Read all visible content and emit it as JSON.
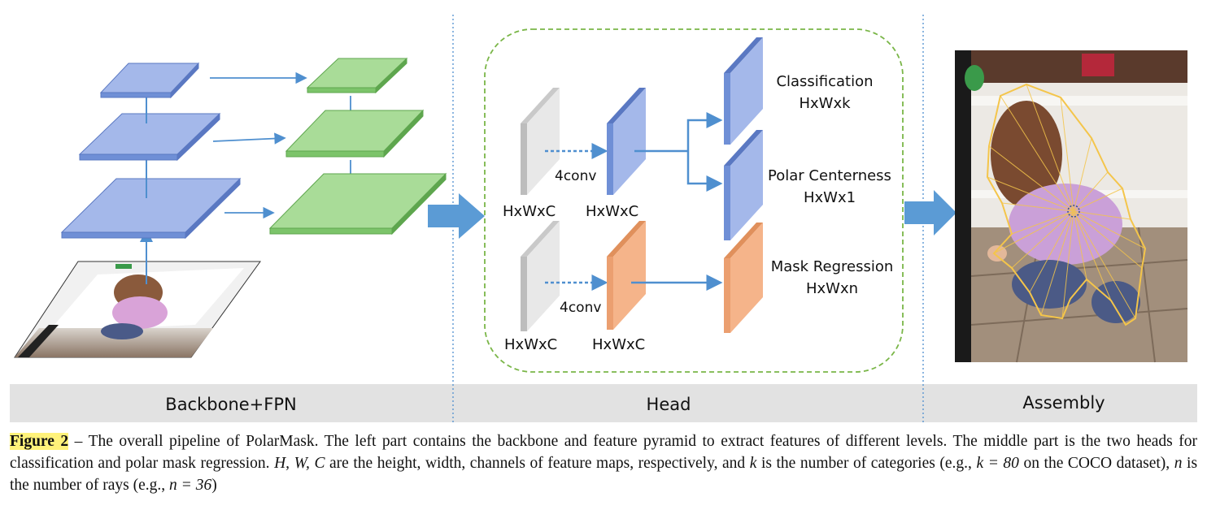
{
  "sections": {
    "backbone": "Backbone+FPN",
    "head": "Head",
    "assembly": "Assembly"
  },
  "head": {
    "branch_top": {
      "input": "HxWxC",
      "op": "4conv",
      "feature": "HxWxC"
    },
    "branch_bottom": {
      "input": "HxWxC",
      "op": "4conv",
      "feature": "HxWxC"
    },
    "outputs": [
      {
        "name": "Classification",
        "shape": "HxWxk"
      },
      {
        "name": "Polar Centerness",
        "shape": "HxWx1"
      },
      {
        "name": "Mask Regression",
        "shape": "HxWxn"
      }
    ]
  },
  "caption": {
    "fig_label": "Figure 2",
    "dash": "–",
    "t1": "The overall pipeline of PolarMask. The left part contains the backbone and feature pyramid to extract features of different levels. The middle part is the two heads for classification and polar mask regression.",
    "vars": "H, W, C",
    "t2": "are the height, width, channels of feature maps, respectively, and",
    "k": "k",
    "t3": "is the number of categories (e.g.,",
    "k_eq": "k = 80",
    "t4": "on the COCO dataset),",
    "n": "n",
    "t5": "is the number of rays (e.g.,",
    "n_eq": "n = 36",
    "t6": ")"
  },
  "colors": {
    "blue_feature": "#9db3e6",
    "green_feature": "#9fd68f",
    "gray_feature": "#e6e6e6",
    "orange_feature": "#f5b48a",
    "arrow": "#4f8fcf",
    "head_border": "#7ab648",
    "footer_band": "#e2e2e2",
    "figure_highlight": "#fff27a"
  }
}
